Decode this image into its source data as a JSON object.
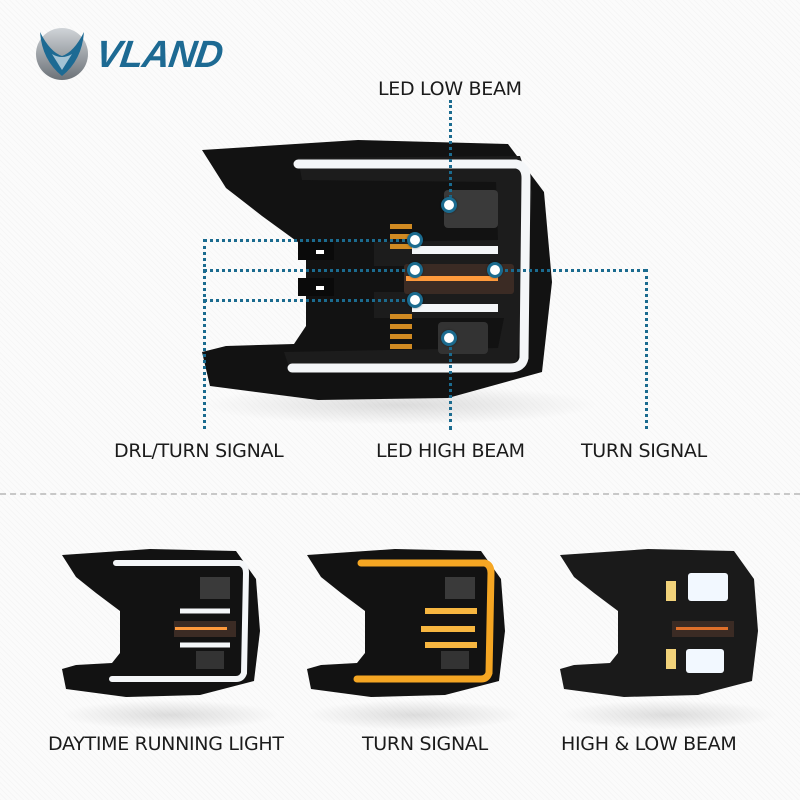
{
  "brand": {
    "name": "VLAND",
    "color": "#1d6a93"
  },
  "main_diagram": {
    "callouts": {
      "led_low_beam": "LED LOW BEAM",
      "drl_turn_signal": "DRL/TURN SIGNAL",
      "led_high_beam": "LED HIGH BEAM",
      "turn_signal": "TURN SIGNAL"
    },
    "callout_color": "#1b6b8f"
  },
  "modes": [
    {
      "label": "DAYTIME RUNNING LIGHT",
      "accent": "#ffffff"
    },
    {
      "label": "TURN SIGNAL",
      "accent": "#f5a623"
    },
    {
      "label": "HIGH & LOW BEAM",
      "accent": "#e8f4ff"
    }
  ]
}
